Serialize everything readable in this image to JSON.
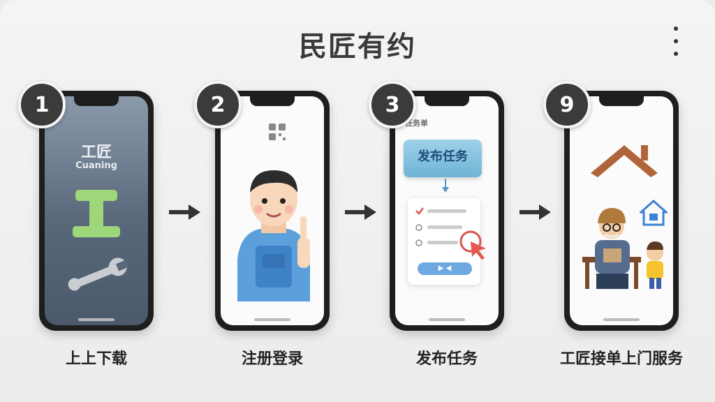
{
  "app": {
    "title": "民匠有约"
  },
  "menu": {
    "icon": "more-vertical-icon"
  },
  "steps": [
    {
      "number": "1",
      "label": "上上下载",
      "screen": {
        "brand": "工匠",
        "brand_sub": "Cuaning",
        "icon": "wrench-icon"
      }
    },
    {
      "number": "2",
      "label": "注册登录",
      "screen": {
        "illustration": "worker-pointing"
      }
    },
    {
      "number": "3",
      "label": "发布任务",
      "screen": {
        "topbar": "任务单",
        "banner": "发布任务"
      }
    },
    {
      "number": "9",
      "label": "工匠接单上门服务",
      "screen": {
        "illustration": "craftsman-visit"
      }
    }
  ],
  "colors": {
    "accent_green": "#9ed67a",
    "accent_blue": "#6ea8e0",
    "badge": "#3b3b3b",
    "roof": "#b0643a"
  }
}
